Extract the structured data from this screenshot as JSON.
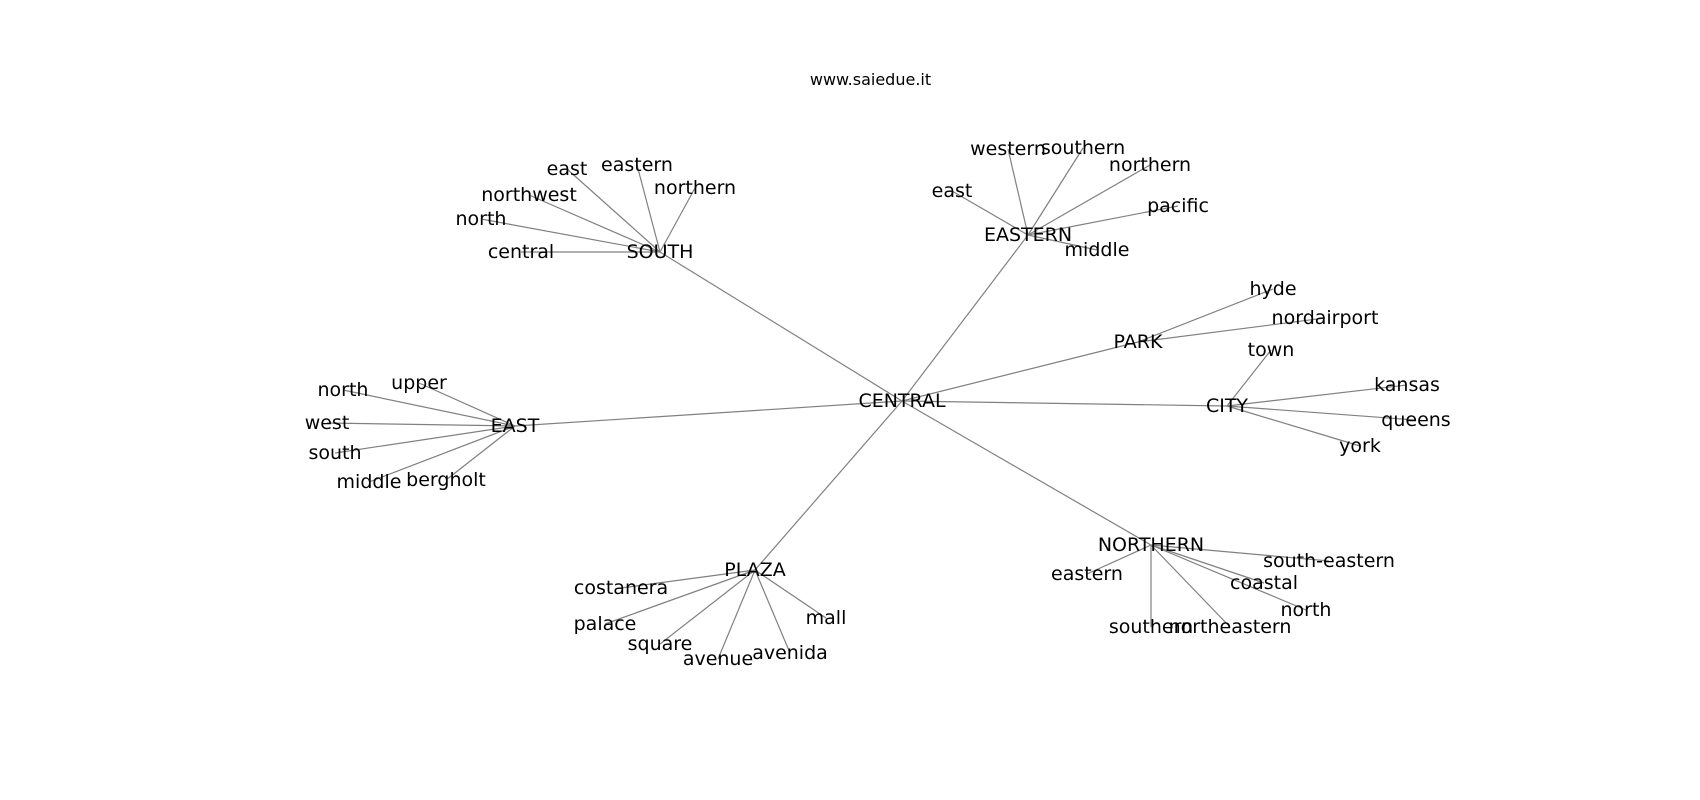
{
  "header": {
    "site": "www.saiedue.it"
  },
  "graph": {
    "center": "CENTRAL",
    "clusters": [
      {
        "hub": "SOUTH",
        "leaves": [
          "central",
          "north",
          "northwest",
          "east",
          "eastern",
          "northern"
        ]
      },
      {
        "hub": "EASTERN",
        "leaves": [
          "east",
          "western",
          "southern",
          "northern",
          "pacific",
          "middle"
        ]
      },
      {
        "hub": "PARK",
        "leaves": [
          "hyde",
          "nordairport"
        ]
      },
      {
        "hub": "CITY",
        "leaves": [
          "town",
          "kansas",
          "queens",
          "york"
        ]
      },
      {
        "hub": "NORTHERN",
        "leaves": [
          "eastern",
          "southern",
          "northeastern",
          "north",
          "coastal",
          "south-eastern"
        ]
      },
      {
        "hub": "PLAZA",
        "leaves": [
          "costanera",
          "palace",
          "square",
          "avenue",
          "avenida",
          "mall"
        ]
      },
      {
        "hub": "EAST",
        "leaves": [
          "upper",
          "north",
          "west",
          "south",
          "middle",
          "bergholt"
        ]
      }
    ]
  },
  "colors": {
    "edge": "#808080",
    "text": "#000000",
    "background": "#ffffff"
  }
}
